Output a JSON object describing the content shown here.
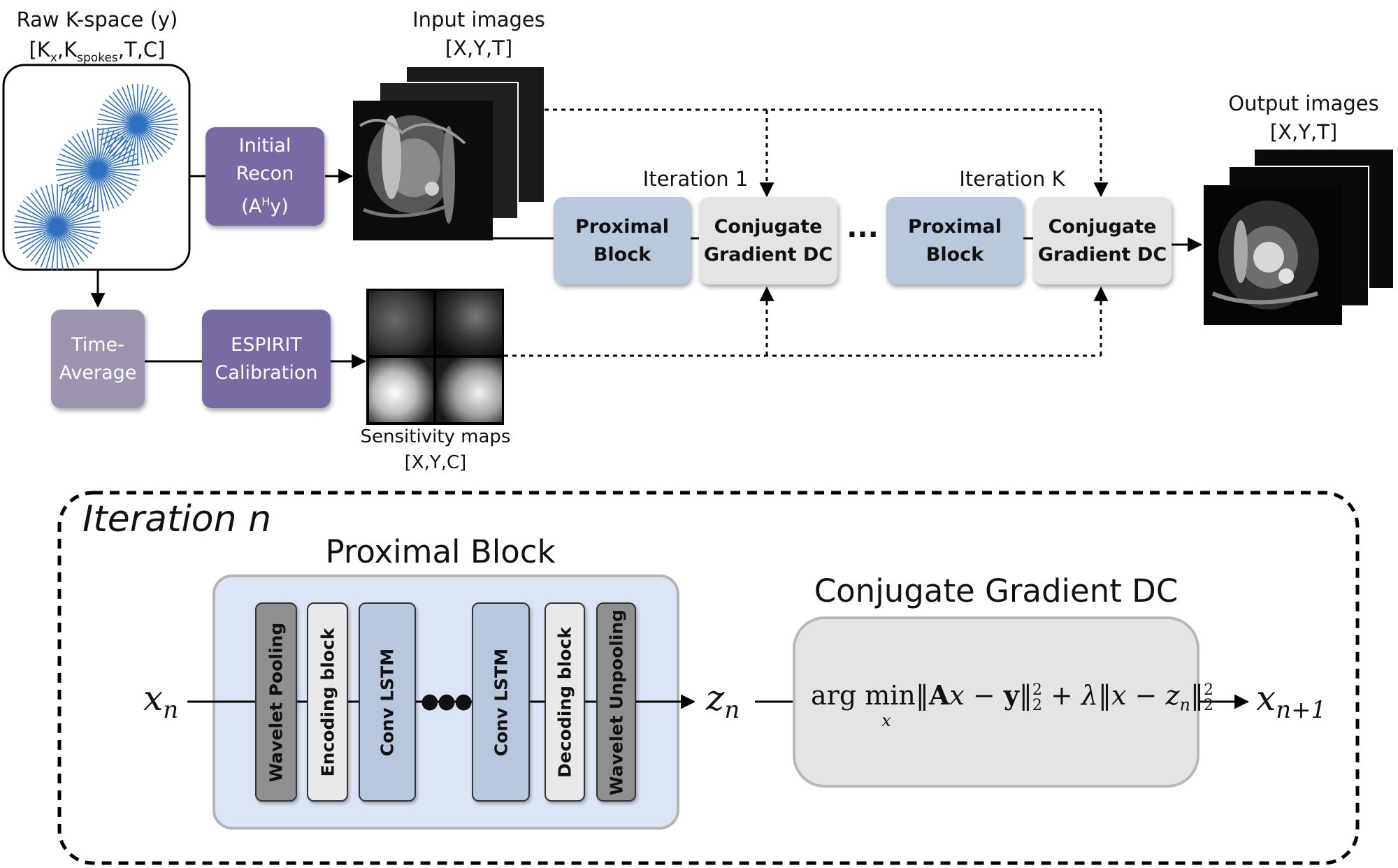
{
  "top": {
    "raw_kspace": {
      "title": "Raw K-space (y)",
      "dims": "[Kx,Kspokes,T,C]"
    },
    "initial_recon": {
      "line1": "Initial",
      "line2": "Recon",
      "line3": "(AHy)"
    },
    "input_images": {
      "title": "Input images",
      "dims": "[X,Y,T]"
    },
    "time_average": {
      "line1": "Time-",
      "line2": "Average"
    },
    "espirit": {
      "line1": "ESPIRIT",
      "line2": "Calibration"
    },
    "sensitivity_maps": {
      "title": "Sensitivity maps",
      "dims": "[X,Y,C]"
    },
    "iteration_1": "Iteration 1",
    "iteration_k": "Iteration K",
    "proximal_block": {
      "line1": "Proximal",
      "line2": "Block"
    },
    "cg_dc": {
      "line1": "Conjugate",
      "line2": "Gradient DC"
    },
    "ellipsis": "···",
    "output_images": {
      "title": "Output images",
      "dims": "[X,Y,T]"
    }
  },
  "bottom": {
    "iteration_n": "Iteration n",
    "proximal_block_title": "Proximal Block",
    "columns": [
      "Wavelet Pooling",
      "Encoding block",
      "Conv LSTM",
      "Conv LSTM",
      "Decoding block",
      "Wavelet Unpooling"
    ],
    "dots": "●●●",
    "cg_title": "Conjugate Gradient DC",
    "input_var": "xn",
    "mid_var": "zn",
    "output_var": "xn+1",
    "equation": "arg minx ||Ax − y||22 + λ||x − zn||22"
  },
  "colors": {
    "purple": "#7a6aa3",
    "lavender": "#9d95b0",
    "blue": "#b8c8dd",
    "grey": "#e4e4e4",
    "panel_blue": "#dbe5f5",
    "spoke_blue": "#2f6fbf",
    "column_dark": "#8f8f8f",
    "column_light": "#e8e8e8",
    "column_blue": "#b7c7de"
  }
}
